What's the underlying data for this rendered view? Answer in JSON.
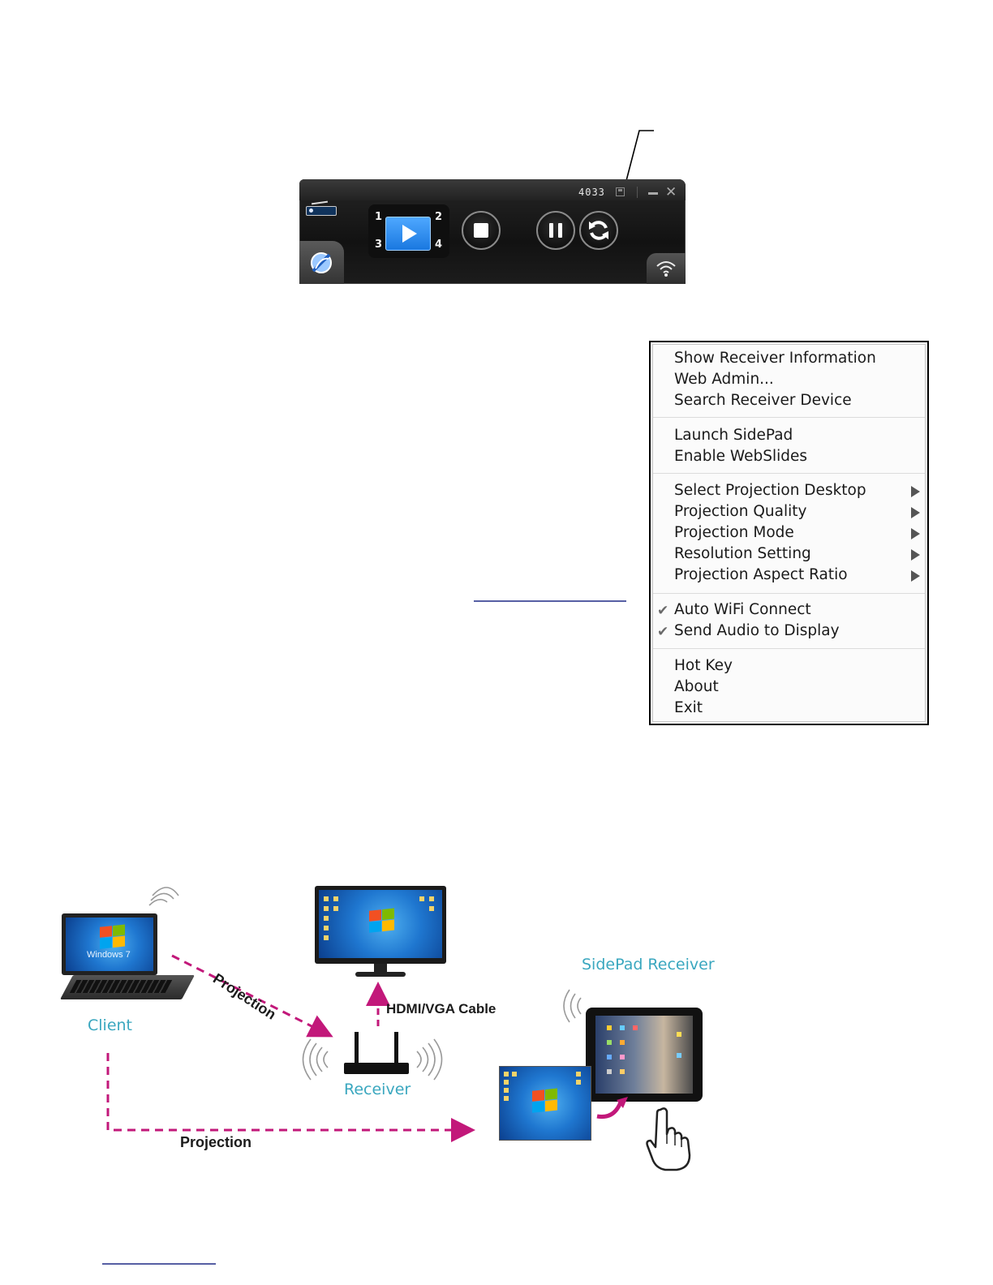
{
  "toolbar": {
    "port": "4033",
    "quadrants": [
      "1",
      "2",
      "3",
      "4"
    ]
  },
  "context_menu": {
    "groups": [
      [
        {
          "label": "Show Receiver Information"
        },
        {
          "label": "Web Admin..."
        },
        {
          "label": "Search Receiver Device"
        }
      ],
      [
        {
          "label": "Launch SidePad"
        },
        {
          "label": "Enable WebSlides"
        }
      ],
      [
        {
          "label": "Select Projection Desktop",
          "submenu": true
        },
        {
          "label": "Projection Quality",
          "submenu": true
        },
        {
          "label": "Projection Mode",
          "submenu": true
        },
        {
          "label": "Resolution Setting",
          "submenu": true
        },
        {
          "label": "Projection Aspect Ratio",
          "submenu": true
        }
      ],
      [
        {
          "label": "Auto WiFi Connect",
          "checked": true
        },
        {
          "label": "Send Audio to Display",
          "checked": true
        }
      ],
      [
        {
          "label": "Hot Key"
        },
        {
          "label": "About"
        },
        {
          "label": "Exit"
        }
      ]
    ]
  },
  "diagram": {
    "client_label": "Client",
    "laptop_os_label": "Windows 7",
    "receiver_label": "Receiver",
    "sidepad_label": "SidePad Receiver",
    "cable_label": "HDMI/VGA Cable",
    "projection_label_top": "Projection",
    "projection_label_bottom": "Projection",
    "colors": {
      "accent": "#3aa7bf",
      "arrow": "#c2187a"
    }
  }
}
